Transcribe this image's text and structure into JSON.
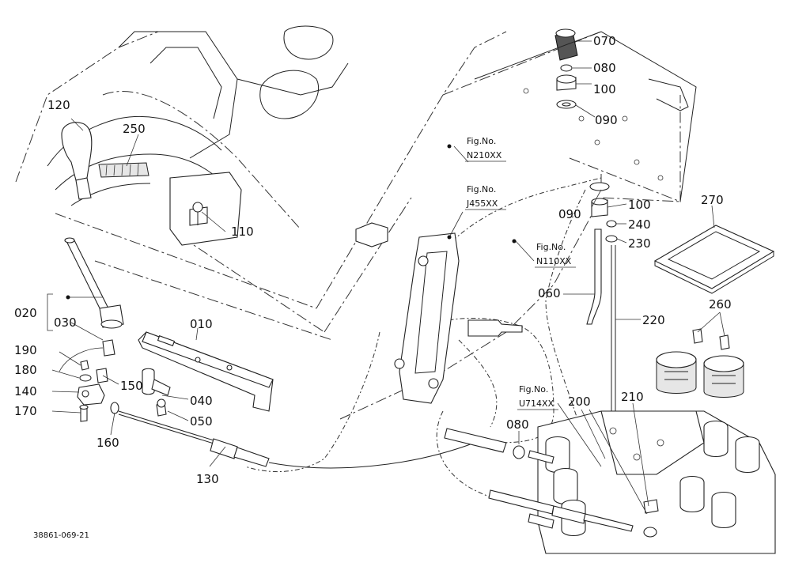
{
  "callouts": [
    {
      "id": "070",
      "text": "070"
    },
    {
      "id": "080a",
      "text": "080"
    },
    {
      "id": "100a",
      "text": "100"
    },
    {
      "id": "090a",
      "text": "090"
    },
    {
      "id": "090b",
      "text": "090"
    },
    {
      "id": "100b",
      "text": "100"
    },
    {
      "id": "240",
      "text": "240"
    },
    {
      "id": "230",
      "text": "230"
    },
    {
      "id": "060",
      "text": "060"
    },
    {
      "id": "220",
      "text": "220"
    },
    {
      "id": "270",
      "text": "270"
    },
    {
      "id": "260",
      "text": "260"
    },
    {
      "id": "120",
      "text": "120"
    },
    {
      "id": "250",
      "text": "250"
    },
    {
      "id": "110",
      "text": "110"
    },
    {
      "id": "020",
      "text": "020"
    },
    {
      "id": "030",
      "text": "030"
    },
    {
      "id": "010",
      "text": "010"
    },
    {
      "id": "190",
      "text": "190"
    },
    {
      "id": "180",
      "text": "180"
    },
    {
      "id": "150",
      "text": "150"
    },
    {
      "id": "140",
      "text": "140"
    },
    {
      "id": "040",
      "text": "040"
    },
    {
      "id": "170",
      "text": "170"
    },
    {
      "id": "050",
      "text": "050"
    },
    {
      "id": "160",
      "text": "160"
    },
    {
      "id": "130",
      "text": "130"
    },
    {
      "id": "080b",
      "text": "080"
    },
    {
      "id": "200",
      "text": "200"
    },
    {
      "id": "210",
      "text": "210"
    }
  ],
  "figure_refs": [
    {
      "id": "n210",
      "line1": "Fig.No.",
      "line2": "N210XX"
    },
    {
      "id": "j455",
      "line1": "Fig.No.",
      "line2": "J455XX"
    },
    {
      "id": "n110",
      "line1": "Fig.No.",
      "line2": "N110XX"
    },
    {
      "id": "u714",
      "line1": "Fig.No.",
      "line2": "U714XX"
    }
  ],
  "drawing_code": "38861-069-21"
}
